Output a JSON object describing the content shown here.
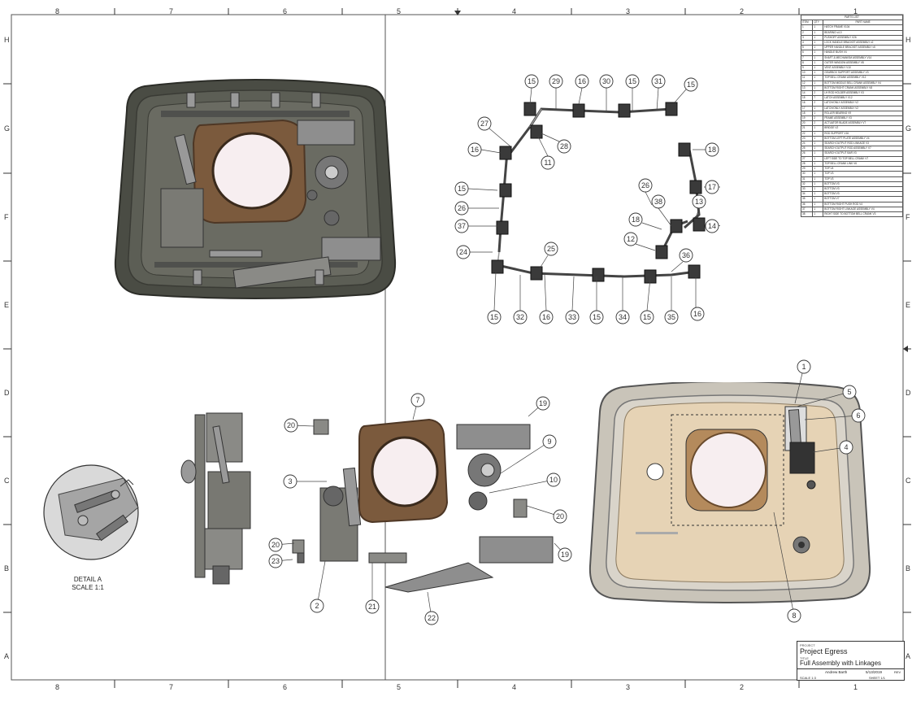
{
  "border": {
    "top_columns": [
      "8",
      "7",
      "6",
      "5",
      "4",
      "3",
      "2",
      "1"
    ],
    "bottom_columns": [
      "8",
      "7",
      "6",
      "5",
      "4",
      "3",
      "2",
      "1"
    ],
    "left_rows": [
      "H",
      "G",
      "F",
      "E",
      "D",
      "C",
      "B",
      "A"
    ],
    "right_rows": [
      "H",
      "G",
      "F",
      "E",
      "D",
      "C",
      "B",
      "A"
    ]
  },
  "parts_list": {
    "title": "PARTS LIST",
    "headers": [
      "ITEM",
      "QTY",
      "PART NAME"
    ],
    "rows": [
      [
        "1",
        "1",
        "HATCH FRAME V104"
      ],
      [
        "2",
        "1",
        "BEARING v4.0"
      ],
      [
        "3",
        "1",
        "PUSHOFF ASSEMBLY V26"
      ],
      [
        "4",
        "1",
        "LOCK HANDLE BRACKET ASSEMBLY v2"
      ],
      [
        "5",
        "1",
        "UPPER HANDLE BRACKET ASSEMBLY v5"
      ],
      [
        "6",
        "1",
        "HANDLE BUSH V4"
      ],
      [
        "7",
        "1",
        "SHAFT & MECHANISM ASSEMBLY V14"
      ],
      [
        "8",
        "1",
        "OUTER WINDOW ASSEMBLY V8"
      ],
      [
        "9",
        "1",
        "VENT ASSEMBLY V10"
      ],
      [
        "10",
        "1",
        "GEARBOX SUPPORT ASSEMBLY V3"
      ],
      [
        "11",
        "1",
        "TOP BELL CRANK ASSEMBLY V12"
      ],
      [
        "12",
        "1",
        "BOTTOM MIDDLE BELL CRANK ASSEMBLY V4"
      ],
      [
        "13",
        "1",
        "BOTTOM RIGHT CRANK ASSEMBLY V8"
      ],
      [
        "14",
        "2",
        "LH ROD HOLDER ASSEMBLY V3"
      ],
      [
        "15",
        "7",
        "LATCH ASSEMBLY V12"
      ],
      [
        "16",
        "2",
        "LATCH/ONLY ASSEMBLY V2"
      ],
      [
        "17",
        "1",
        "LATCH/ONLY ASSEMBLY V2"
      ],
      [
        "18",
        "1",
        "ROLLER BEARING V9"
      ],
      [
        "19",
        "2",
        "FRAME ASSEMBLY V3"
      ],
      [
        "20",
        "2",
        "ACTUATOR BLADE ASSEMBLY V7"
      ],
      [
        "21",
        "1",
        "BRIDGE V2"
      ],
      [
        "22",
        "1",
        "ROD SUPPORT V16"
      ],
      [
        "23",
        "1",
        "BOTTOM LEFT PLATE ASSEMBLY V4"
      ],
      [
        "24",
        "1",
        "SEARCH OUTPUT ROD LINKAGE V3"
      ],
      [
        "25",
        "1",
        "SEARCH OUTPUT ROD ASSEMBLY V7"
      ],
      [
        "26",
        "1",
        "SEARCH OUTPUT BAR V3"
      ],
      [
        "27",
        "1",
        "LEFT SIDE TO TOP BELL CRANK V7"
      ],
      [
        "28",
        "1",
        "TOP BELL CRANK LINK V6"
      ],
      [
        "29",
        "1",
        "TOP V4"
      ],
      [
        "30",
        "1",
        "TOP V3"
      ],
      [
        "31",
        "1",
        "TOP V3"
      ],
      [
        "32",
        "1",
        "BOTTOM V3"
      ],
      [
        "33",
        "1",
        "BOTTOM V3"
      ],
      [
        "34",
        "1",
        "BOTTOM V3"
      ],
      [
        "35",
        "1",
        "BOTTOM V7"
      ],
      [
        "36",
        "1",
        "BOTTOM RIGHT PUSH ROD V4"
      ],
      [
        "37",
        "1",
        "BOTTOM RIGHT LINKAGE ASSEMBLY V4"
      ],
      [
        "38",
        "1",
        "RIGHT SIDE TO BOTTOM BELL CRANK V3"
      ]
    ]
  },
  "title_block": {
    "project_label": "PROJECT",
    "project": "Project Egress",
    "title_label": "TITLE",
    "title": "Full Assembly with Linkages",
    "drawn_by": "Andrew Barth",
    "date": "5/13/2019",
    "scale": "SCALE 1:3",
    "sheet": "SHEET 1/1",
    "rev": "REV"
  },
  "detail": {
    "name": "DETAIL A",
    "scale": "SCALE 1:1"
  },
  "linkage_callouts": [
    "15",
    "29",
    "16",
    "30",
    "15",
    "31",
    "15",
    "27",
    "16",
    "28",
    "11",
    "18",
    "15",
    "26",
    "38",
    "17",
    "13",
    "26",
    "14",
    "37",
    "18",
    "12",
    "24",
    "25",
    "36",
    "15",
    "32",
    "16",
    "33",
    "15",
    "34",
    "15",
    "35",
    "16"
  ],
  "exploded_callouts": [
    "20",
    "3",
    "7",
    "19",
    "9",
    "10",
    "20",
    "19",
    "20",
    "23",
    "2",
    "21",
    "22"
  ],
  "hatch_callouts": [
    "1",
    "5",
    "6",
    "4",
    "8"
  ],
  "colors": {
    "frame_dark": "#3e4038",
    "frame_edge": "#6f6d63",
    "wood": "#7b5a3d",
    "window": "#f7eef0",
    "tan_panel": "#e6d3b5",
    "grey_metal": "#8e8e8e",
    "line": "#333333"
  }
}
